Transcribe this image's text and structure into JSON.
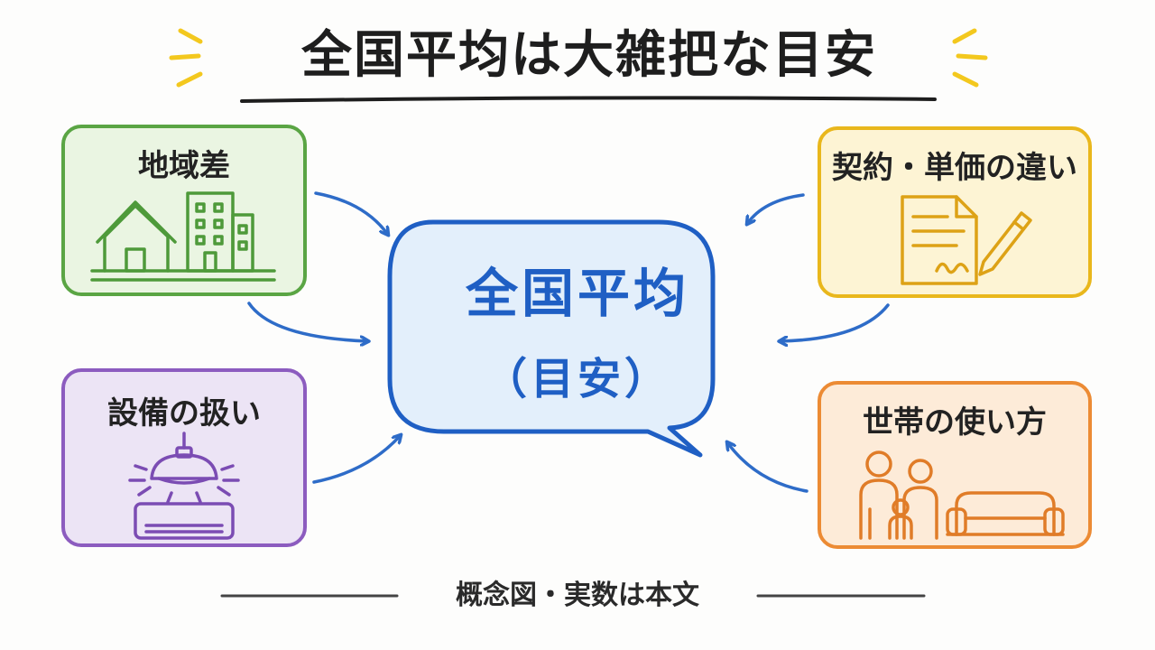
{
  "title": "全国平均は大雑把な目安",
  "center": {
    "main": "全国平均",
    "sub": "（目安）"
  },
  "factors": {
    "regional": {
      "label": "地域差",
      "icon": "house-and-buildings-icon",
      "color": "#5aa544"
    },
    "equipment": {
      "label": "設備の扱い",
      "icon": "ceiling-light-and-air-conditioner-icon",
      "color": "#8c5cbf"
    },
    "contract": {
      "label": "契約・単価の違い",
      "icon": "contract-and-pen-icon",
      "color": "#e9b71c"
    },
    "household": {
      "label": "世帯の使い方",
      "icon": "family-and-sofa-icon",
      "color": "#ec8b34"
    }
  },
  "footer": "概念図・実数は本文",
  "colors": {
    "center": "#1f5fc4",
    "center_fill": "#e3effb",
    "arrows": "#2e6cc8",
    "accent": "#f3c81e"
  }
}
